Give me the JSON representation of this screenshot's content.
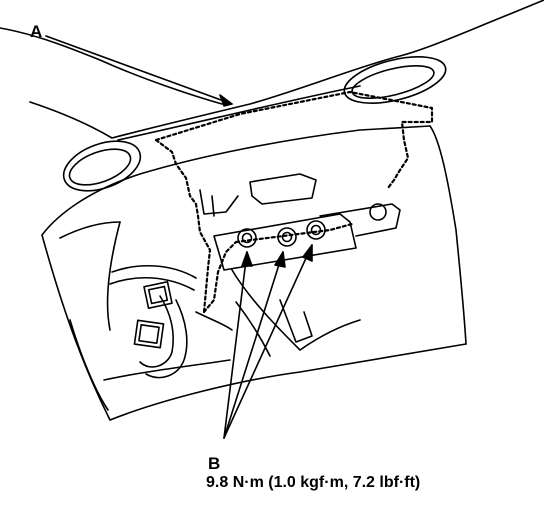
{
  "callouts": {
    "a": "A",
    "b": "B"
  },
  "torque_spec": "9.8 N·m (1.0 kgf·m, 7.2 lbf·ft)",
  "colors": {
    "line": "#000000",
    "background": "#ffffff"
  }
}
